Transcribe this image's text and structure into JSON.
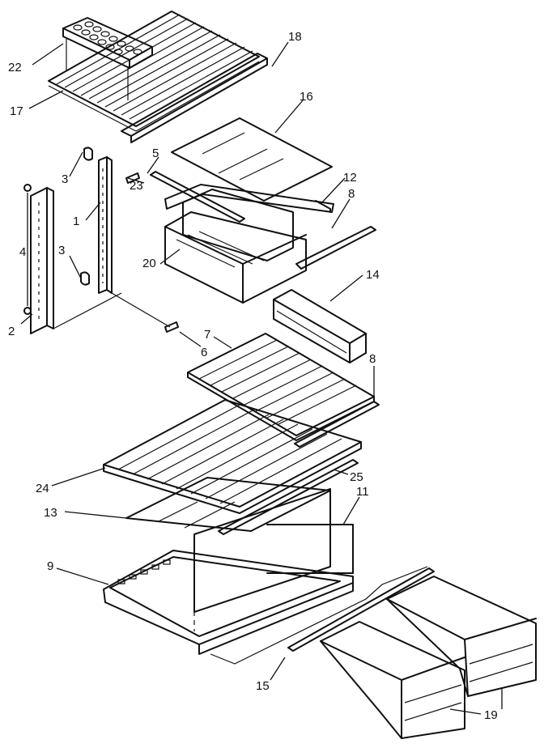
{
  "callouts": [
    {
      "id": "22",
      "label": "22"
    },
    {
      "id": "17",
      "label": "17"
    },
    {
      "id": "18",
      "label": "18"
    },
    {
      "id": "16",
      "label": "16"
    },
    {
      "id": "5",
      "label": "5"
    },
    {
      "id": "23",
      "label": "23"
    },
    {
      "id": "12",
      "label": "12"
    },
    {
      "id": "8a",
      "label": "8"
    },
    {
      "id": "3a",
      "label": "3"
    },
    {
      "id": "1",
      "label": "1"
    },
    {
      "id": "4",
      "label": "4"
    },
    {
      "id": "3b",
      "label": "3"
    },
    {
      "id": "20",
      "label": "20"
    },
    {
      "id": "14",
      "label": "14"
    },
    {
      "id": "2",
      "label": "2"
    },
    {
      "id": "7",
      "label": "7"
    },
    {
      "id": "6",
      "label": "6"
    },
    {
      "id": "8b",
      "label": "8"
    },
    {
      "id": "24",
      "label": "24"
    },
    {
      "id": "25",
      "label": "25"
    },
    {
      "id": "13",
      "label": "13"
    },
    {
      "id": "11",
      "label": "11"
    },
    {
      "id": "9",
      "label": "9"
    },
    {
      "id": "15",
      "label": "15"
    },
    {
      "id": "19",
      "label": "19"
    }
  ]
}
